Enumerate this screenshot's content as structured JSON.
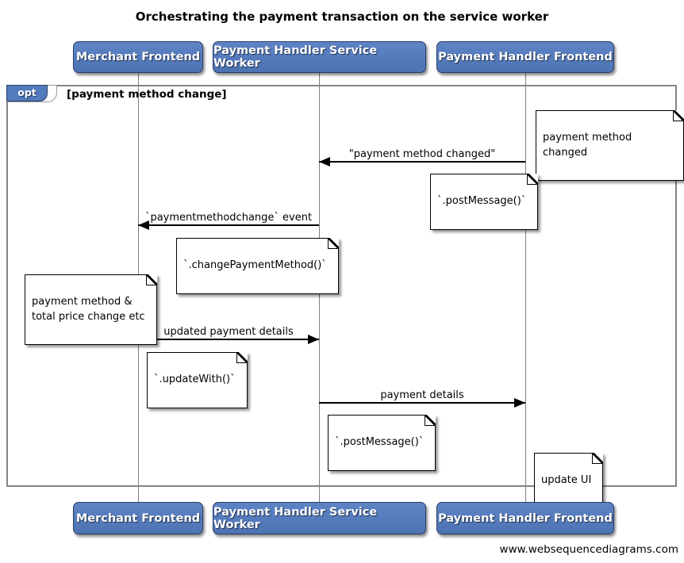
{
  "title": "Orchestrating the payment transaction on the service worker",
  "actors": [
    {
      "label": "Merchant Frontend"
    },
    {
      "label": "Payment Handler Service Worker"
    },
    {
      "label": "Payment Handler Frontend"
    }
  ],
  "frame": {
    "operator": "opt",
    "condition": "[payment method change]"
  },
  "messages": [
    {
      "label": "\"payment method changed\"",
      "from": "Payment Handler Frontend",
      "to": "Payment Handler Service Worker",
      "direction": "left"
    },
    {
      "label": "`paymentmethodchange` event",
      "from": "Payment Handler Service Worker",
      "to": "Merchant Frontend",
      "direction": "left"
    },
    {
      "label": "updated payment details",
      "from": "Merchant Frontend",
      "to": "Payment Handler Service Worker",
      "direction": "right"
    },
    {
      "label": "payment details",
      "from": "Payment Handler Service Worker",
      "to": "Payment Handler Frontend",
      "direction": "right"
    }
  ],
  "notes": [
    {
      "text": "payment method changed"
    },
    {
      "text": "`.postMessage()`"
    },
    {
      "text": "`.changePaymentMethod()`"
    },
    {
      "text": "payment method &\ntotal price change etc"
    },
    {
      "text": "`.updateWith()`"
    },
    {
      "text": "`.postMessage()`"
    },
    {
      "text": "update UI"
    }
  ],
  "footer": "www.websequencediagrams.com",
  "colors": {
    "actor_fill": "#527BBD",
    "actor_border": "#2C3D66",
    "frame_border": "#848484",
    "lifeline": "#7F7F7F",
    "arrow": "#000000",
    "note_fill": "#FFFFFF"
  }
}
